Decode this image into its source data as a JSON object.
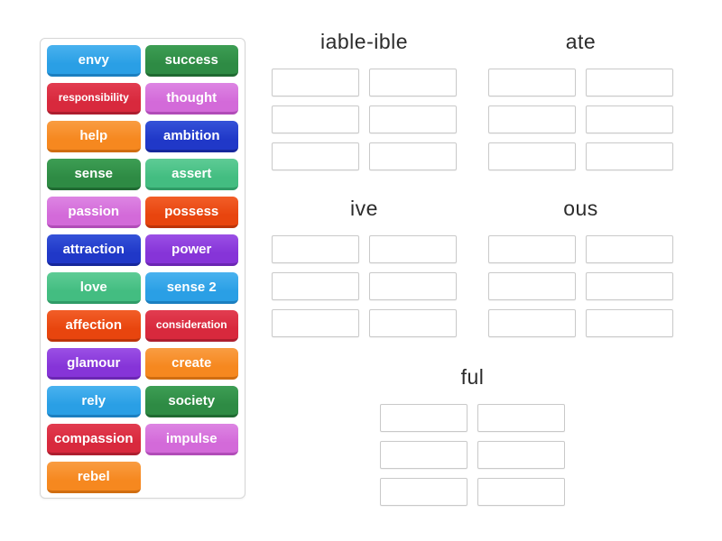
{
  "word_bank": {
    "words": [
      {
        "label": "envy",
        "color": "blue"
      },
      {
        "label": "success",
        "color": "green"
      },
      {
        "label": "responsibility",
        "color": "red"
      },
      {
        "label": "thought",
        "color": "orchid"
      },
      {
        "label": "help",
        "color": "orange"
      },
      {
        "label": "ambition",
        "color": "darkblue"
      },
      {
        "label": "sense",
        "color": "green"
      },
      {
        "label": "assert",
        "color": "seagreen"
      },
      {
        "label": "passion",
        "color": "orchid"
      },
      {
        "label": "possess",
        "color": "orangered"
      },
      {
        "label": "attraction",
        "color": "darkblue"
      },
      {
        "label": "power",
        "color": "purple"
      },
      {
        "label": "love",
        "color": "seagreen"
      },
      {
        "label": "sense 2",
        "color": "blue"
      },
      {
        "label": "affection",
        "color": "orangered"
      },
      {
        "label": "consideration",
        "color": "red"
      },
      {
        "label": "glamour",
        "color": "purple"
      },
      {
        "label": "create",
        "color": "orange"
      },
      {
        "label": "rely",
        "color": "blue"
      },
      {
        "label": "society",
        "color": "green"
      },
      {
        "label": "compassion",
        "color": "red"
      },
      {
        "label": "impulse",
        "color": "orchid"
      },
      {
        "label": "rebel",
        "color": "orange"
      }
    ]
  },
  "groups": [
    {
      "title": "iable-ible",
      "slots": 6
    },
    {
      "title": "ate",
      "slots": 6
    },
    {
      "title": "ive",
      "slots": 6
    },
    {
      "title": "ous",
      "slots": 6
    },
    {
      "title": "ful",
      "slots": 6
    }
  ],
  "colors": {
    "blue": {
      "base": "#2a9fe5",
      "light": "#49b2ef",
      "dark": "#1b7fc0"
    },
    "green": {
      "base": "#2e8b44",
      "light": "#3d9e54",
      "dark": "#1f6a31"
    },
    "red": {
      "base": "#d8293d",
      "light": "#e23c50",
      "dark": "#ad1e2f"
    },
    "orchid": {
      "base": "#d36ad9",
      "light": "#dd85e3",
      "dark": "#b14cb8"
    },
    "orange": {
      "base": "#f6881f",
      "light": "#f99d42",
      "dark": "#d06d10"
    },
    "darkblue": {
      "base": "#2038c8",
      "light": "#3552d8",
      "dark": "#16279c"
    },
    "seagreen": {
      "base": "#43bd81",
      "light": "#5ecc96",
      "dark": "#2f9c67"
    },
    "orangered": {
      "base": "#e8450e",
      "light": "#f25e28",
      "dark": "#bd3409"
    },
    "purple": {
      "base": "#8634d8",
      "light": "#9b50e5",
      "dark": "#6b26b3"
    }
  }
}
